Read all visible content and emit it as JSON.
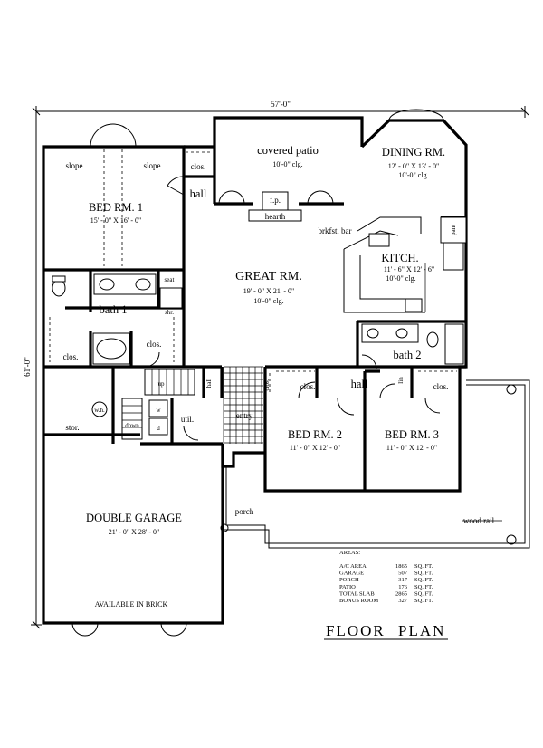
{
  "dimensions": {
    "width": "57'-0\"",
    "depth": "61'-0\""
  },
  "rooms": {
    "bed1": {
      "name": "BED RM. 1",
      "size": "15' - 0\" X 16' - 0\""
    },
    "slope_left": "slope",
    "slope_right": "slope",
    "clos_top": "clos.",
    "hall_top": "hall",
    "covered_patio": {
      "name": "covered patio",
      "ceiling": "10'-0\" clg."
    },
    "fp": "f.p.",
    "hearth": "hearth",
    "dining": {
      "name": "DINING RM.",
      "size": "12' - 0\" X 13' - 0\"",
      "ceiling": "10'-0\" clg."
    },
    "brkfst_bar": "brkfst. bar",
    "pant": "pant",
    "kitch": {
      "name": "KITCH.",
      "size": "11' - 6\" X 12' - 6\"",
      "ceiling": "10'-0\" clg."
    },
    "great": {
      "name": "GREAT RM.",
      "size": "19' - 0\" X 21' - 0\"",
      "ceiling": "10'-0\" clg."
    },
    "seat": "seat",
    "shr": "shr.",
    "bath1": "bath 1",
    "clos_left": "clos.",
    "clos_mid": "clos.",
    "bath2": "bath 2",
    "hall_mid": "hall",
    "clos_b2a": "clos.",
    "clos_b2b": "clos.",
    "hall_right": "hall",
    "lin": "lin",
    "clos_b3": "clos.",
    "up": "up",
    "wh": "w.h.",
    "down": "down",
    "w": "w",
    "d": "d",
    "util": "util.",
    "hall_util": "hall",
    "entry": "entry",
    "stor": "stor.",
    "bed2": {
      "name": "BED RM. 2",
      "size": "11' - 0\" X 12' - 0\""
    },
    "bed3": {
      "name": "BED RM. 3",
      "size": "11' - 0\" X 12' - 0\""
    },
    "porch": "porch",
    "wood_rail": "wood rail",
    "garage": {
      "name": "DOUBLE GARAGE",
      "size": "21' - 0\" X 28' - 0\"",
      "note": "AVAILABLE IN BRICK"
    }
  },
  "areas": {
    "heading": "AREAS:",
    "rows": [
      {
        "label": "A/C AREA",
        "value": "1865",
        "unit": "SQ. FT."
      },
      {
        "label": "GARAGE",
        "value": "507",
        "unit": "SQ. FT."
      },
      {
        "label": "PORCH",
        "value": "317",
        "unit": "SQ. FT."
      },
      {
        "label": "PATIO",
        "value": "176",
        "unit": "SQ. FT."
      },
      {
        "label": "TOTAL SLAB",
        "value": "2865",
        "unit": "SQ. FT."
      },
      {
        "label": "BONUS ROOM",
        "value": "327",
        "unit": "SQ. FT."
      }
    ]
  },
  "title": {
    "word1": "FLOOR",
    "word2": "PLAN"
  }
}
